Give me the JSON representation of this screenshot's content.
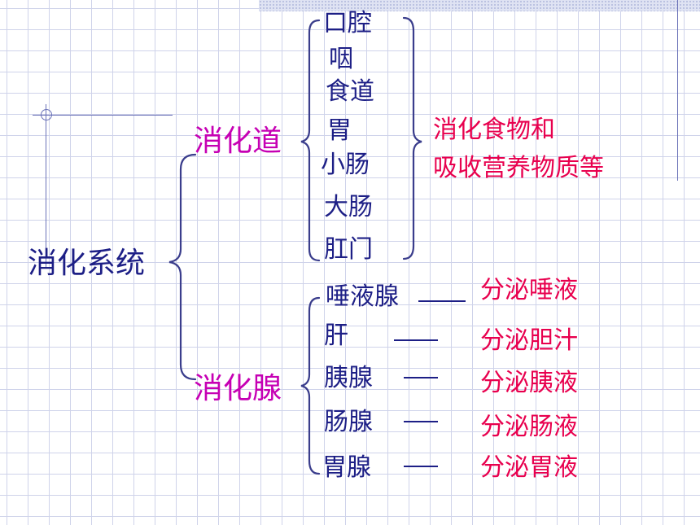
{
  "system": "消化系统",
  "tract": {
    "title": "消化道",
    "organs": [
      "口腔",
      "咽",
      "食道",
      "胃",
      "小肠",
      "大肠",
      "肛门"
    ],
    "function_line1": "消化食物和",
    "function_line2": "吸收营养物质等"
  },
  "glands": {
    "title": "消化腺",
    "items": [
      {
        "name": "唾液腺",
        "secretion": "分泌唾液"
      },
      {
        "name": "肝",
        "secretion": "分泌胆汁"
      },
      {
        "name": "胰腺",
        "secretion": "分泌胰液"
      },
      {
        "name": "肠腺",
        "secretion": "分泌肠液"
      },
      {
        "name": "胃腺",
        "secretion": "分泌胃液"
      }
    ]
  },
  "colors": {
    "organ_text": "#1d1f86",
    "category_text": "#c600b4",
    "function_text": "#e8004e",
    "bracket": "#3a3d8c"
  }
}
